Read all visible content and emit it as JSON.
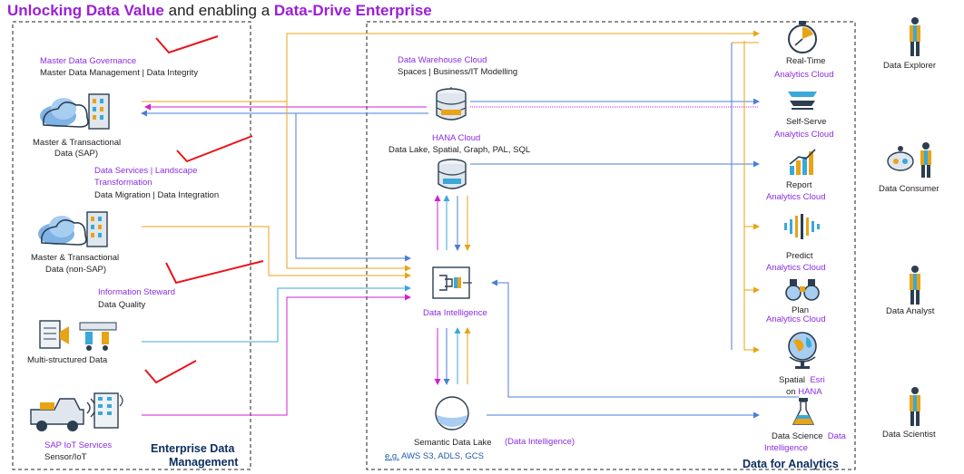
{
  "title": {
    "part1": "Unlocking Data Value",
    "part2": " and enabling a ",
    "part3": "Data-Drive Enterprise"
  },
  "left_panel": {
    "label_line1": "Enterprise Data",
    "label_line2": "Management",
    "master_gov_title": "Master Data Governance",
    "master_gov_sub": "Master Data Management | Data Integrity",
    "sap_data_line1": "Master & Transactional",
    "sap_data_line2": "Data  (SAP)",
    "data_services_line1": "Data Services | Landscape",
    "data_services_line2": "Transformation",
    "data_services_sub": "Data Migration | Data Integration",
    "nonsap_line1": "Master & Transactional",
    "nonsap_line2": "Data  (non-SAP)",
    "info_steward_title": "Information Steward",
    "info_steward_sub": "Data Quality",
    "multi_structured": "Multi-structured Data",
    "iot_title": "SAP IoT Services",
    "iot_sub": "Sensor/IoT"
  },
  "center": {
    "dwc_title": "Data Warehouse Cloud",
    "dwc_sub": "Spaces | Business/IT Modelling",
    "hana_title": "HANA Cloud",
    "hana_sub": "Data Lake, Spatial, Graph, PAL, SQL",
    "di_label": "Data Intelligence",
    "sdl_label": "Semantic Data Lake",
    "sdl_di": "(Data Intelligence)",
    "eg_prefix": "e.g.",
    "eg_list": " AWS S3, ADLS, GCS"
  },
  "right_panel": {
    "label": "Data for Analytics",
    "realtime_line1": "Real-Time",
    "realtime_line2": "Analytics Cloud",
    "selfserve_line1": "Self-Serve",
    "selfserve_line2": "Analytics Cloud",
    "report_line1": "Report",
    "report_line2": "Analytics Cloud",
    "predict_line1": "Predict",
    "predict_line2": "Analytics Cloud",
    "plan_line1": "Plan",
    "plan_line2": "Analytics Cloud",
    "spatial_line1a": "Spatial",
    "spatial_line1b": "Esri",
    "spatial_line2a": "on ",
    "spatial_line2b": "HANA",
    "ds_line1a": "Data Science",
    "ds_line1b": "Data",
    "ds_line2": "Intelligence"
  },
  "personas": {
    "explorer": "Data Explorer",
    "consumer": "Data Consumer",
    "analyst": "Data Analyst",
    "scientist": "Data Scientist"
  },
  "colors": {
    "orange": "#e8a317",
    "blue": "#4a7fd8",
    "magenta": "#d21fd2",
    "cyan": "#3aa8d8",
    "purple": "#8a2be2",
    "navy": "#0d2e62",
    "red": "#e8141a"
  }
}
